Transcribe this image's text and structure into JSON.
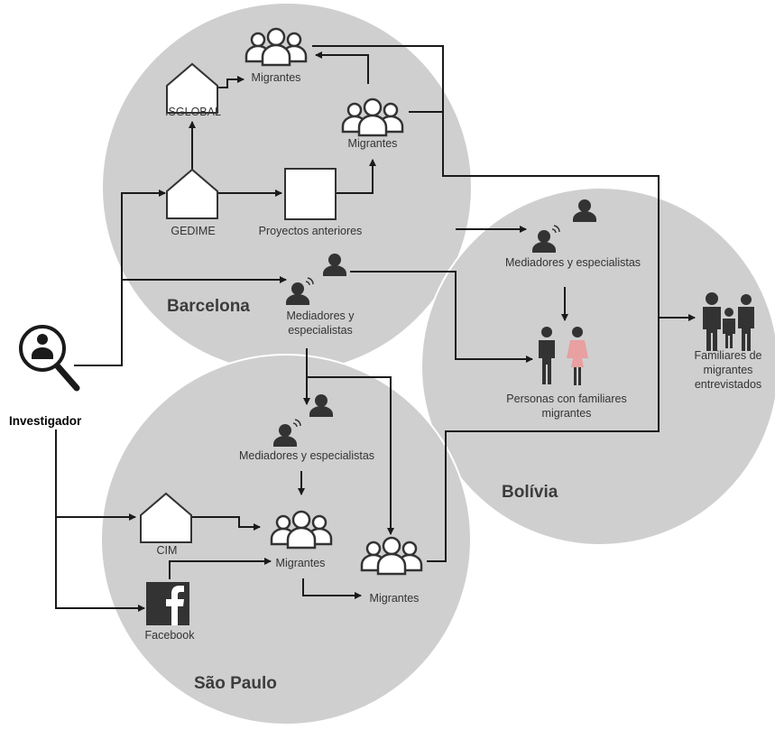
{
  "colors": {
    "circle_fill": "#cfcfcf",
    "circle_stroke": "#ffffff",
    "line": "#1a1a1a",
    "icon": "#333333",
    "text": "#333333"
  },
  "regions": {
    "barcelona": "Barcelona",
    "bolivia": "Bolívia",
    "sao_paulo": "São Paulo"
  },
  "investigator": {
    "label": "Investigador",
    "icon": "magnifier-person-icon"
  },
  "barcelona": {
    "isglobal": "ISGLOBAL",
    "gedime": "GEDIME",
    "proyectos": "Proyectos anteriores",
    "migrantes_top": "Migrantes",
    "migrantes_mid": "Migrantes",
    "mediadores_line1": "Mediadores y",
    "mediadores_line2": "especialistas"
  },
  "bolivia": {
    "mediadores": "Mediadores y especialistas",
    "personas_line1": "Personas con familiares",
    "personas_line2": "migrantes"
  },
  "sao_paulo": {
    "mediadores": "Mediadores y especialistas",
    "cim": "CIM",
    "facebook": "Facebook",
    "migrantes_a": "Migrantes",
    "migrantes_b": "Migrantes"
  },
  "result": {
    "line1": "Familiares de",
    "line2": "migrantes",
    "line3": "entrevistados"
  }
}
